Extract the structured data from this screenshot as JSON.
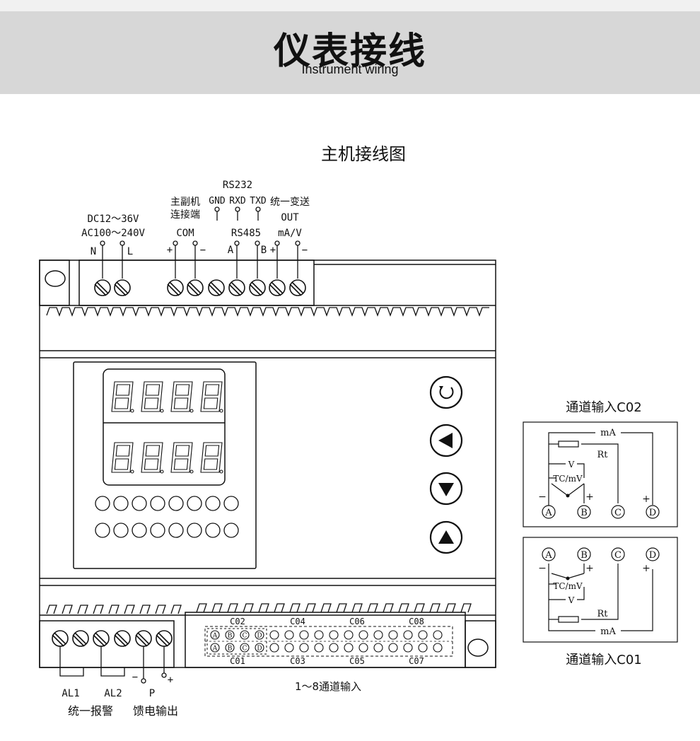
{
  "header": {
    "title": "仪表接线",
    "subtitle": "Instrument wiring"
  },
  "diagram": {
    "title": "主机接线图",
    "power": {
      "line1": "DC12～36V",
      "line2": "AC100～240V",
      "n": "N",
      "l": "L"
    },
    "com": {
      "line1": "主副机",
      "line2": "连接端",
      "label": "COM",
      "plus": "+",
      "minus": "−"
    },
    "rs232": {
      "label": "RS232",
      "gnd": "GND",
      "rxd": "RXD",
      "txd": "TXD"
    },
    "rs485": {
      "label": "RS485",
      "a": "A",
      "b": "B"
    },
    "out": {
      "line1": "统一变送",
      "line2": "OUT",
      "line3": "mA/V",
      "plus": "+",
      "minus": "−"
    },
    "alarm": {
      "al1": "AL1",
      "al2": "AL2",
      "label": "统一报警"
    },
    "feed": {
      "p": "P",
      "minus": "−",
      "plus": "+",
      "label": "馈电输出"
    },
    "channels": {
      "top": [
        "C02",
        "C04",
        "C06",
        "C08"
      ],
      "bottom": [
        "C01",
        "C03",
        "C05",
        "C07"
      ],
      "terminal_letters": [
        "A",
        "B",
        "C",
        "D"
      ],
      "caption": "1～8通道输入"
    },
    "inset_c02": {
      "title": "通道输入C02",
      "ma": "mA",
      "rt": "Rt",
      "v": "V",
      "tc": "TC/mV",
      "minus": "−",
      "plus": "+",
      "plus_d": "+",
      "terminals": [
        "A",
        "B",
        "C",
        "D"
      ]
    },
    "inset_c01": {
      "title": "通道输入C01",
      "ma": "mA",
      "rt": "Rt",
      "v": "V",
      "tc": "TC/mV",
      "minus": "−",
      "plus": "+",
      "plus_d": "+",
      "terminals": [
        "A",
        "B",
        "C",
        "D"
      ]
    }
  }
}
